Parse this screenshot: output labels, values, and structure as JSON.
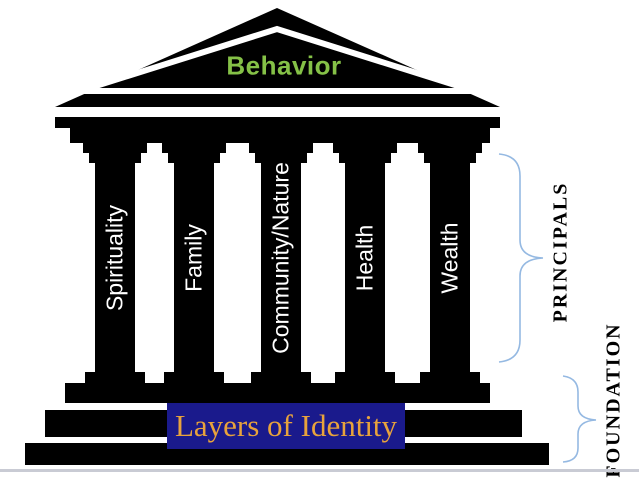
{
  "diagram": {
    "pediment_label": "Behavior",
    "pillars": [
      "Spirituality",
      "Family",
      "Community/Nature",
      "Health",
      "Wealth"
    ],
    "base_label": "Layers of Identity",
    "brace_labels": {
      "principals": "PRINCIPALS",
      "foundation": "FOUNDATION"
    },
    "colors": {
      "structure": "#000000",
      "pediment_text": "#85C147",
      "pillar_text": "#FFFFFF",
      "base_box_bg": "#1A1A8C",
      "base_box_text": "#E8A33C",
      "brace": "#95B9E2",
      "bottom_rule": "#C9CBD4"
    }
  }
}
